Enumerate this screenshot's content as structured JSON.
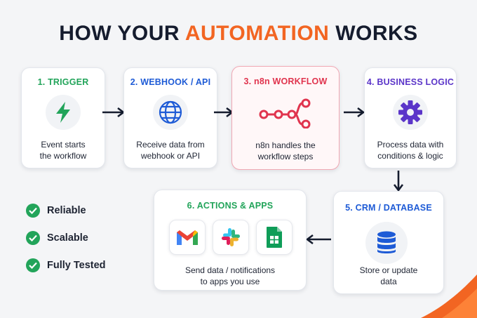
{
  "headline": {
    "prefix": "HOW YOUR ",
    "accent": "AUTOMATION",
    "suffix": " WORKS"
  },
  "colors": {
    "green": "#22a45a",
    "blue": "#1e5bd6",
    "red": "#e0344e",
    "purple": "#5b35c9",
    "orange": "#f26522",
    "dark": "#151c2e"
  },
  "steps": [
    {
      "title": "1. TRIGGER",
      "desc_line1": "Event starts",
      "desc_line2": "the workflow",
      "icon": "lightning-bolt-icon"
    },
    {
      "title": "2. WEBHOOK / API",
      "desc_line1": "Receive data from",
      "desc_line2": "webhook or API",
      "icon": "globe-icon"
    },
    {
      "title": "3. n8n WORKFLOW",
      "desc_line1": "n8n handles the",
      "desc_line2": "workflow steps",
      "icon": "n8n-nodes-icon"
    },
    {
      "title": "4. BUSINESS LOGIC",
      "desc_line1": "Process data with",
      "desc_line2": "conditions & logic",
      "icon": "gear-icon"
    },
    {
      "title": "5. CRM / DATABASE",
      "desc_line1": "Store or update",
      "desc_line2": "data",
      "icon": "database-icon"
    },
    {
      "title": "6. ACTIONS & APPS",
      "desc_line1": "Send data / notifications",
      "desc_line2": "to apps you use",
      "apps": [
        "gmail-icon",
        "slack-icon",
        "google-sheets-icon"
      ]
    }
  ],
  "benefits": [
    "Reliable",
    "Scalable",
    "Fully Tested"
  ]
}
